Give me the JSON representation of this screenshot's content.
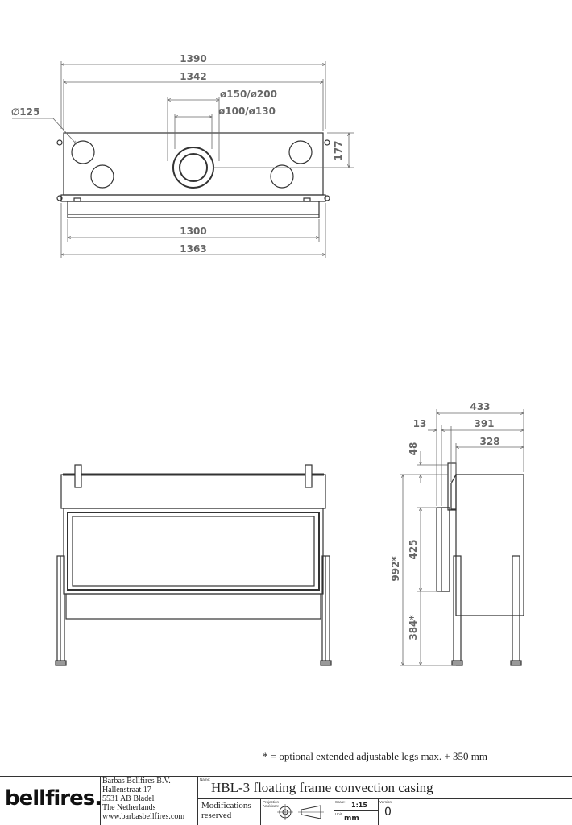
{
  "dimensions": {
    "top_1390": "1390",
    "top_1342": "1342",
    "top_flue_outer": "ø150/ø200",
    "top_flue_inner": "ø100/ø130",
    "top_diameter": "∅125",
    "top_177": "177",
    "top_1300": "1300",
    "top_1363": "1363",
    "side_433": "433",
    "side_13": "13",
    "side_391": "391",
    "side_48": "48",
    "side_328": "328",
    "side_992": "992*",
    "side_425": "425",
    "side_384": "384*"
  },
  "note": "* = optional extended adjustable legs max. + 350 mm",
  "title_block": {
    "logo": "bellfires.",
    "address": [
      "Barbas Bellfires B.V.",
      "Hallenstraat 17",
      "5531 AB Bladel",
      "The Netherlands",
      "www.barbasbellfires.com"
    ],
    "name_label": "Name:",
    "title": "HBL-3 floating frame convection casing",
    "modifications": [
      "Modifications",
      "reserved"
    ],
    "projection_label": "Projection Américan:",
    "scale_label": "Scale:",
    "scale": "1:15",
    "unit_label": "Unit:",
    "unit": "mm",
    "version_label": "Version:",
    "version": "0"
  }
}
